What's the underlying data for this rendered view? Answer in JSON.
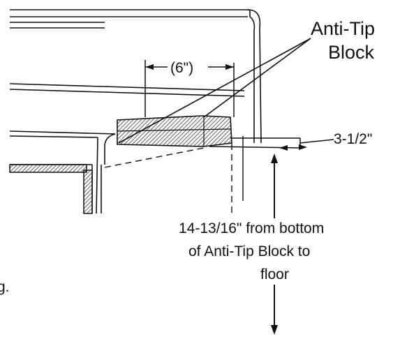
{
  "labels": {
    "part_name_line1": "Anti-Tip",
    "part_name_line2": "Block",
    "width_dim": "(6\")",
    "depth_dim": "3-1/2\"",
    "height_note_line1": "14-13/16\" from bottom",
    "height_note_line2": "of Anti-Tip Block to",
    "height_note_line3": "floor",
    "cut_text_fragment": "g."
  },
  "colors": {
    "line": "#111111",
    "background": "#ffffff"
  }
}
